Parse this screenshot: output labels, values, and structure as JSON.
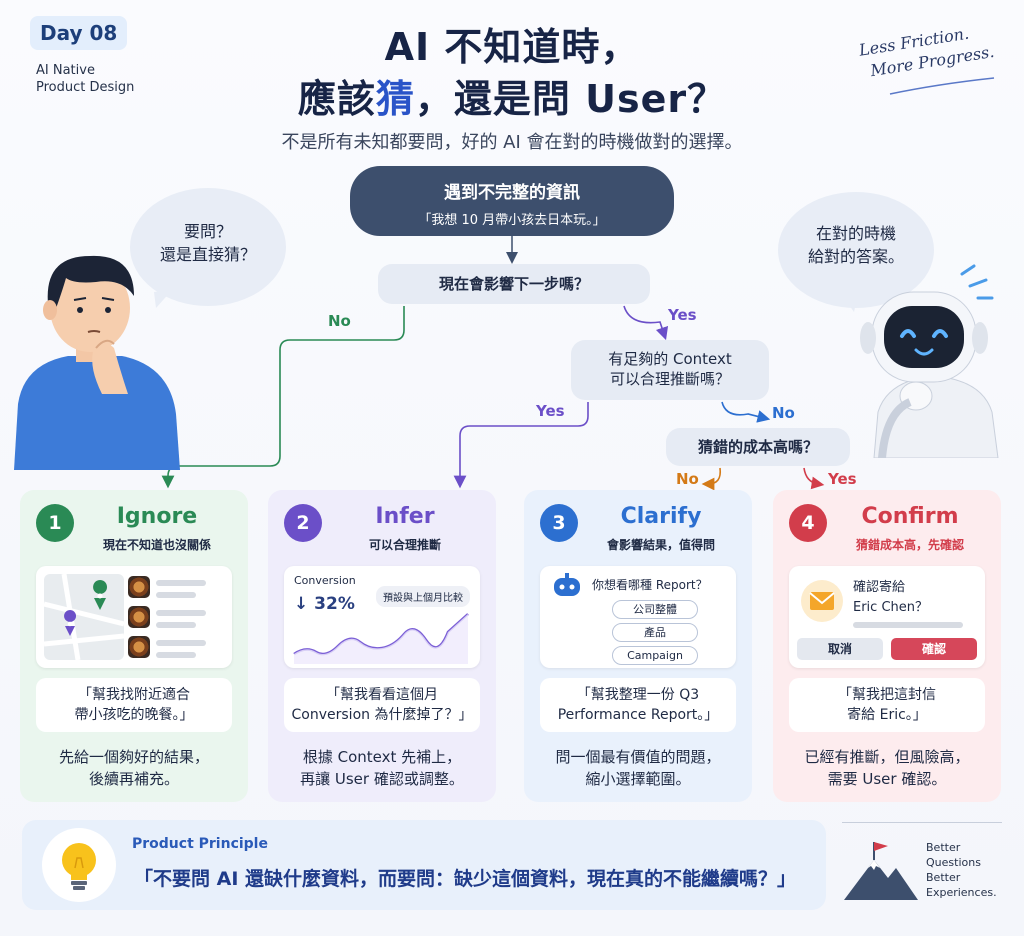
{
  "header": {
    "badge": "Day 08",
    "series_line1": "AI Native",
    "series_line2": "Product Design",
    "title_line1": "AI 不知道時，",
    "title_line2_pre": "應該",
    "title_line2_hl": "猜",
    "title_line2_post": "，還是問 User？",
    "subtitle": "不是所有未知都要問，好的 AI 會在對的時機做對的選擇。",
    "tagline_line1": "Less Friction.",
    "tagline_line2": "More Progress."
  },
  "flow": {
    "start_title": "遇到不完整的資訊",
    "start_example": "「我想 10 月帶小孩去日本玩。」",
    "q1": "現在會影響下一步嗎？",
    "q2_line1": "有足夠的 Context",
    "q2_line2": "可以合理推斷嗎？",
    "q3": "猜錯的成本高嗎？",
    "labels": {
      "q1_no": "No",
      "q1_yes": "Yes",
      "q2_yes": "Yes",
      "q2_no": "No",
      "q3_no": "No",
      "q3_yes": "Yes"
    }
  },
  "bubbles": {
    "left_line1": "要問？",
    "left_line2": "還是直接猜？",
    "right_line1": "在對的時機",
    "right_line2": "給對的答案。"
  },
  "cards": [
    {
      "num": "1",
      "title": "Ignore",
      "subtitle": "現在不知道也沒關係",
      "quote_line1": "「幫我找附近適合",
      "quote_line2": "帶小孩吃的晚餐。」",
      "desc_line1": "先給一個夠好的結果，",
      "desc_line2": "後續再補充。"
    },
    {
      "num": "2",
      "title": "Infer",
      "subtitle": "可以合理推斷",
      "chart_label": "Conversion",
      "chart_value": "↓ 32%",
      "chart_chip": "預設與上個月比較",
      "quote_line1": "「幫我看看這個月",
      "quote_line2": "Conversion 為什麼掉了？」",
      "desc_line1": "根據 Context 先補上，",
      "desc_line2": "再讓 User 確認或調整。"
    },
    {
      "num": "3",
      "title": "Clarify",
      "subtitle": "會影響結果，值得問",
      "ask": "你想看哪種 Report？",
      "options": [
        "公司整體",
        "產品",
        "Campaign"
      ],
      "quote_line1": "「幫我整理一份 Q3",
      "quote_line2": "Performance Report。」",
      "desc_line1": "問一個最有價值的問題，",
      "desc_line2": "縮小選擇範圍。"
    },
    {
      "num": "4",
      "title": "Confirm",
      "subtitle": "猜錯成本高，先確認",
      "confirm_line1": "確認寄給",
      "confirm_line2": "Eric Chen？",
      "cancel": "取消",
      "confirm": "確認",
      "quote_line1": "「幫我把這封信",
      "quote_line2": "寄給 Eric。」",
      "desc_line1": "已經有推斷，但風險高，",
      "desc_line2": "需要 User 確認。"
    }
  ],
  "footer": {
    "principle_label": "Product Principle",
    "principle_quote": "「不要問 AI 還缺什麼資料，而要問：缺少這個資料，現在真的不能繼續嗎？」",
    "right_line1": "Better",
    "right_line2": "Questions",
    "right_line3": "Better",
    "right_line4": "Experiences."
  },
  "colors": {
    "green": "#2a8a55",
    "purple": "#6b4fc8",
    "blue": "#2c6fd0",
    "red": "#d23d4b",
    "orange": "#d47a17",
    "dark": "#3d4f6d"
  },
  "icons": [
    "map-pin-icon",
    "food-thumbnail-icon",
    "chatbot-icon",
    "envelope-icon",
    "lightbulb-icon",
    "mountain-flag-icon",
    "thinking-person-illustration",
    "robot-illustration"
  ]
}
